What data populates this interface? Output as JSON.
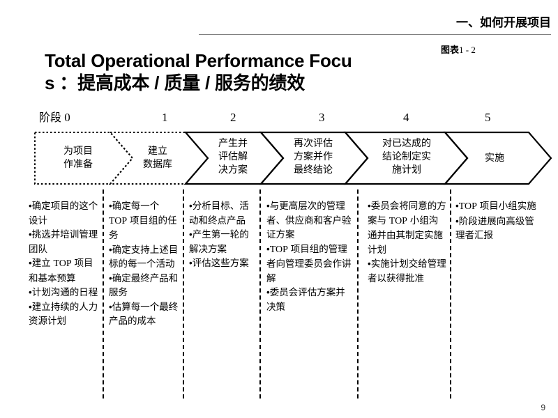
{
  "header": {
    "section_title": "一、如何开展项目",
    "figure_label_prefix": "图表",
    "figure_label_number": "1 - 2"
  },
  "title": {
    "line1": "Total Operational Performance Focu",
    "line2": "s ：提高成本 / 质量 / 服务的绩效"
  },
  "stages": {
    "prefix": "阶段",
    "numbers": [
      "0",
      "1",
      "2",
      "3",
      "4",
      "5"
    ]
  },
  "chevrons": [
    {
      "label": "为项目\n作准备",
      "style": "dotted"
    },
    {
      "label": "建立\n数据库",
      "style": "dotted"
    },
    {
      "label": "产生并\n评估解\n决方案",
      "style": "solid"
    },
    {
      "label": "再次评估\n方案并作\n最终结论",
      "style": "solid"
    },
    {
      "label": "对已达成的\n结论制定实\n施计划",
      "style": "solid"
    },
    {
      "label": "实施",
      "style": "solid"
    }
  ],
  "columns": [
    {
      "bullets": [
        "确定项目的这个设计",
        "挑选并培训管理团队",
        "建立 TOP 项目和基本预算",
        "计划沟通的日程",
        "建立持续的人力资源计划"
      ]
    },
    {
      "bullets": [
        "确定每一个 TOP 项目组的任务",
        "确定支持上述目标的每一个活动",
        "确定最终产品和服务",
        "估算每一个最终产品的成本"
      ]
    },
    {
      "bullets": [
        "分析目标、活动和终点产品",
        "产生第一轮的解决方案",
        "评估这些方案"
      ]
    },
    {
      "bullets": [
        "与更高层次的管理者、供应商和客户验证方案",
        "TOP 项目组的管理者向管理委员会作讲解",
        "委员会评估方案并决策"
      ]
    },
    {
      "bullets": [
        "委员会将同意的方案与 TOP 小组沟通并由其制定实施计划",
        "实施计划交给管理者以获得批准"
      ]
    },
    {
      "bullets": [
        "TOP 项目小组实施",
        "阶段进展向高级管理者汇报"
      ]
    }
  ],
  "page_number": "9",
  "colors": {
    "ink": "#000000",
    "rule": "#808080",
    "page_number": "#333333"
  }
}
